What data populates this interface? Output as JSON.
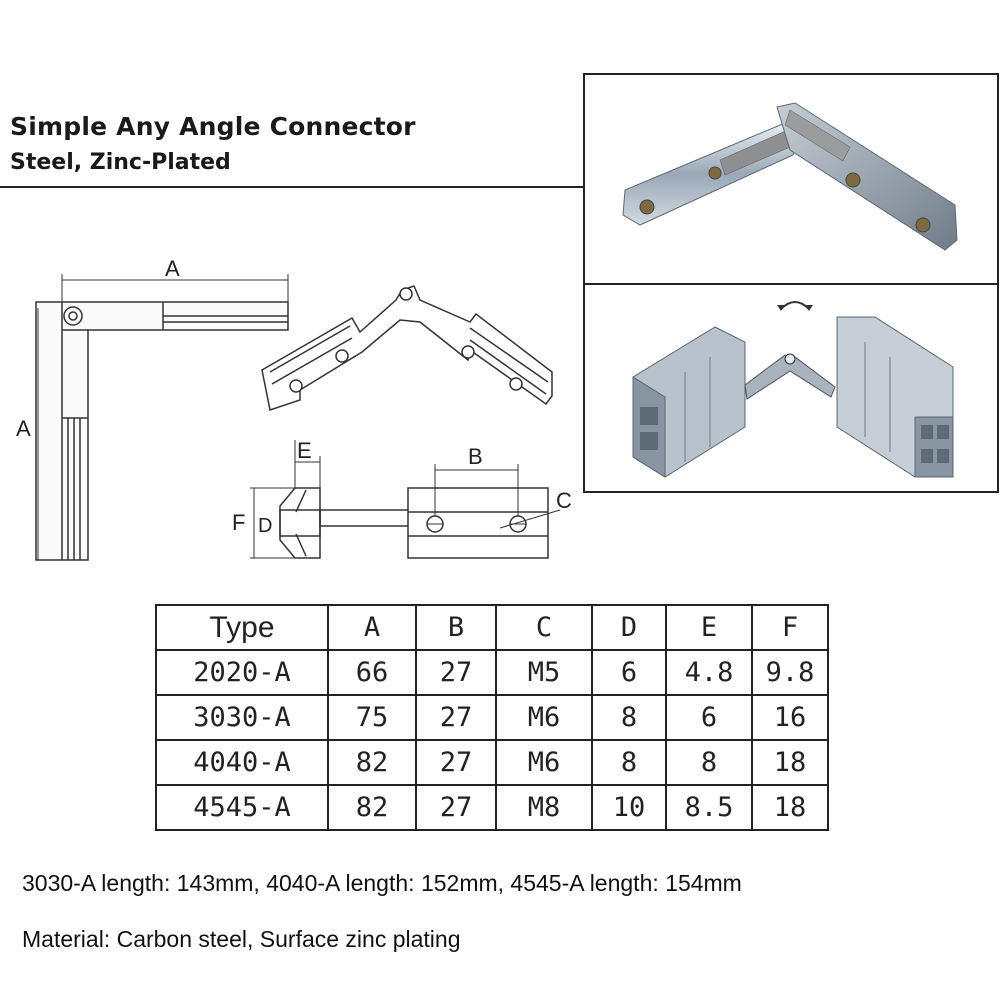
{
  "header": {
    "title": "Simple Any Angle Connector",
    "subtitle": "Steel, Zinc-Plated"
  },
  "diagram_labels": {
    "a_top": "A",
    "a_side": "A",
    "b": "B",
    "c": "C",
    "d": "D",
    "e": "E",
    "f": "F"
  },
  "photos": {
    "top": "connector-photo",
    "bottom": "profile-assembly-photo"
  },
  "spec_table": {
    "headers": [
      "Type",
      "A",
      "B",
      "C",
      "D",
      "E",
      "F"
    ],
    "rows": [
      [
        "2020-A",
        "66",
        "27",
        "M5",
        "6",
        "4.8",
        "9.8"
      ],
      [
        "3030-A",
        "75",
        "27",
        "M6",
        "8",
        "6",
        "16"
      ],
      [
        "4040-A",
        "82",
        "27",
        "M6",
        "8",
        "8",
        "18"
      ],
      [
        "4545-A",
        "82",
        "27",
        "M8",
        "10",
        "8.5",
        "18"
      ]
    ]
  },
  "notes": {
    "lengths": "3030-A length: 143mm, 4040-A length: 152mm, 4545-A length: 154mm",
    "material": "Material: Carbon steel, Surface zinc plating"
  }
}
